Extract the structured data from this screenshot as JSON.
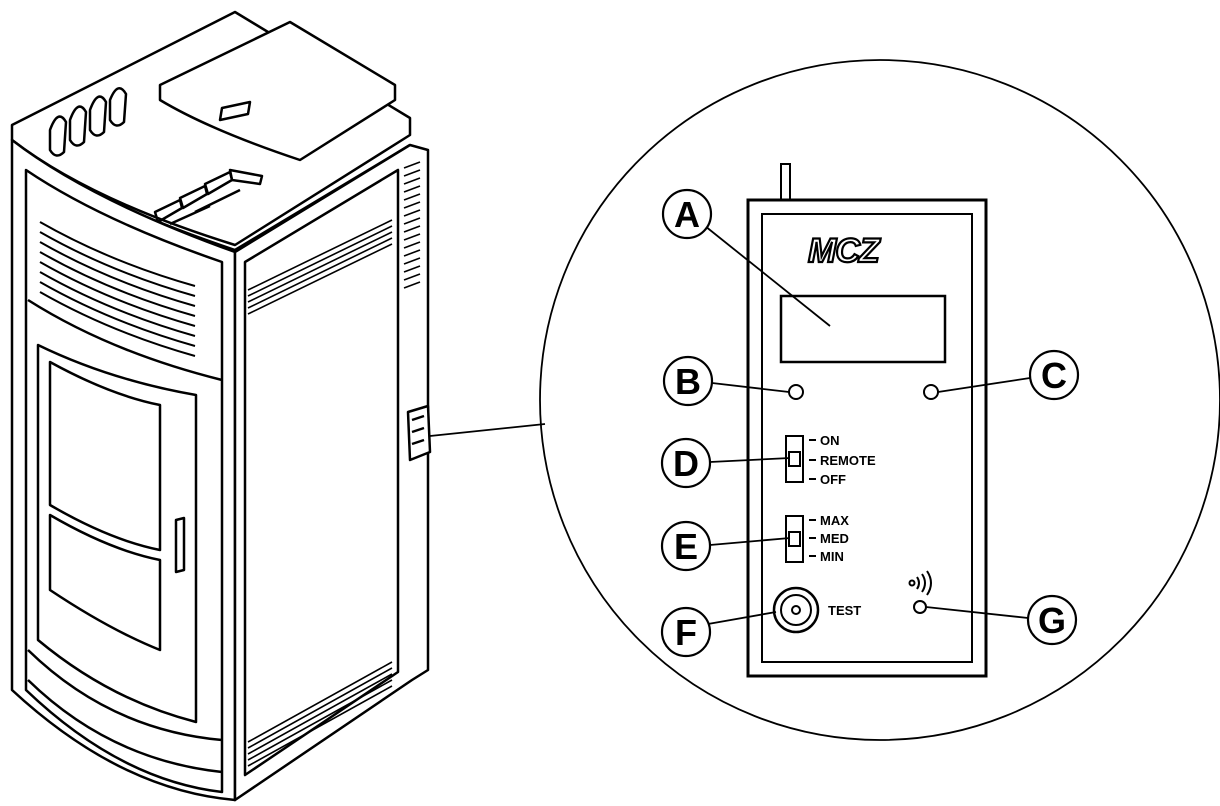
{
  "brand": {
    "logo": "MCZ"
  },
  "callouts": [
    {
      "id": "A",
      "label": "A"
    },
    {
      "id": "B",
      "label": "B"
    },
    {
      "id": "C",
      "label": "C"
    },
    {
      "id": "D",
      "label": "D"
    },
    {
      "id": "E",
      "label": "E"
    },
    {
      "id": "F",
      "label": "F"
    },
    {
      "id": "G",
      "label": "G"
    }
  ],
  "mode_switch": {
    "options": [
      "ON",
      "REMOTE",
      "OFF"
    ]
  },
  "power_switch": {
    "options": [
      "MAX",
      "MED",
      "MIN"
    ]
  },
  "test_button": {
    "label": "TEST"
  },
  "signal_icon": "wireless-signal-icon",
  "colors": {
    "line": "#000000",
    "background": "#ffffff",
    "panel_fill": "#f4f4f4"
  }
}
